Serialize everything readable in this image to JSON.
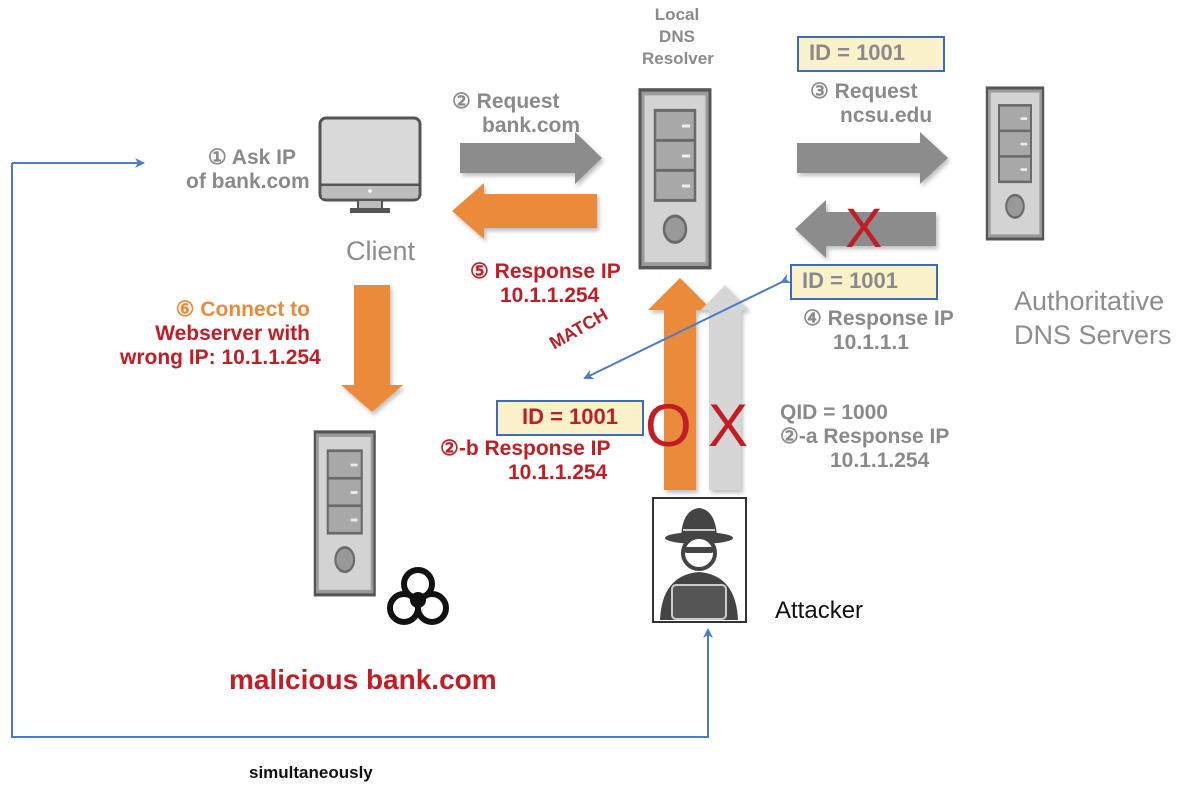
{
  "nodes": {
    "client": "Client",
    "resolver": [
      "Local",
      "DNS",
      "Resolver"
    ],
    "authoritative": [
      "Authoritative",
      "DNS Servers"
    ],
    "malicious": "malicious bank.com",
    "attacker": "Attacker"
  },
  "steps": {
    "s1": [
      "① Ask IP",
      "of bank.com"
    ],
    "s2": [
      "② Request",
      "bank.com"
    ],
    "s3": [
      "③ Request",
      "ncsu.edu"
    ],
    "s4": [
      "④ Response IP",
      "10.1.1.1"
    ],
    "s5": [
      "⑤ Response IP",
      "10.1.1.254"
    ],
    "s6": [
      "⑥ Connect to",
      "Webserver with",
      "wrong IP: 10.1.1.254"
    ],
    "s2a": [
      "QID = 1000",
      "②-a Response IP",
      "10.1.1.254"
    ],
    "s2b": [
      "②-b Response IP",
      "10.1.1.254"
    ]
  },
  "id_boxes": {
    "request": "ID = 1001",
    "response": "ID = 1001",
    "spoofed": "ID = 1001"
  },
  "marks": {
    "auth_blocked": "X",
    "spoof_accept": "O",
    "spoof_reject": "X",
    "match": "MATCH"
  },
  "footer": "simultaneously",
  "colors": {
    "gray_text": "#8a8a8a",
    "red": "#c21d25",
    "orange": "#ec8a3a",
    "blue_line": "#4a7cc7",
    "id_box_fill": "#fbf2cc",
    "gray_arrow": "#8c8c8c",
    "light_arrow": "#d6d6d6"
  }
}
